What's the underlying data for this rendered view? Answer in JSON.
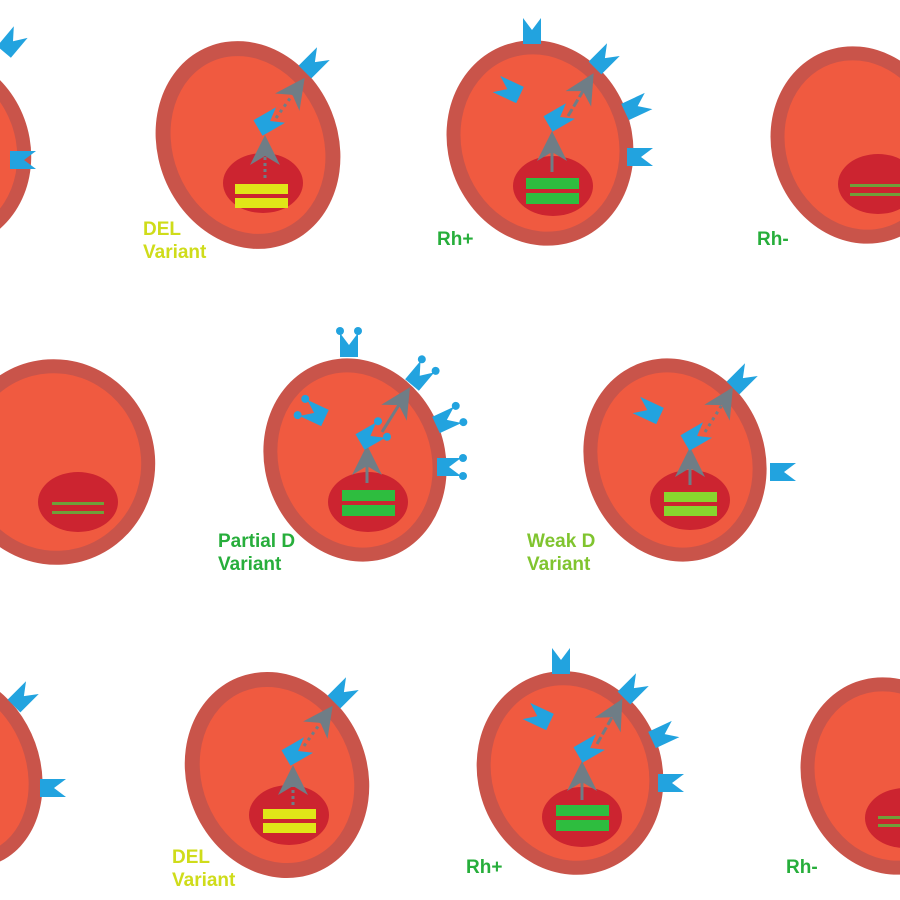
{
  "colors": {
    "background": "#ffffff",
    "membrane": "#c9544a",
    "cytoplasm": "#f05a40",
    "nucleus": "#cc2430",
    "antigen": "#22a3df",
    "arrow": "#6f7d86",
    "gene_normal": "#2ebd3f",
    "gene_del": "#e0e618",
    "gene_weak": "#88d62e",
    "gene_absent": "#6fa03a",
    "label_del": "#cfdc1a",
    "label_rh": "#27ae3b",
    "label_partial": "#27ae3b",
    "label_weak": "#80c42f"
  },
  "cells": [
    {
      "id": "row1-partial-left",
      "type": "Rh+",
      "label": []
    },
    {
      "id": "row1-del",
      "type": "DEL Variant",
      "label": [
        "DEL",
        "Variant"
      ]
    },
    {
      "id": "row1-rh-pos",
      "type": "Rh+",
      "label": [
        "Rh+"
      ]
    },
    {
      "id": "row1-rh-neg",
      "type": "Rh-",
      "label": [
        "Rh-"
      ]
    },
    {
      "id": "row2-rh-neg",
      "type": "Rh-",
      "label": []
    },
    {
      "id": "row2-partial-d",
      "type": "Partial D Variant",
      "label": [
        "Partial D",
        "Variant"
      ]
    },
    {
      "id": "row2-weak-d",
      "type": "Weak D Variant",
      "label": [
        "Weak D",
        "Variant"
      ]
    },
    {
      "id": "row3-partial-left",
      "type": "Rh+",
      "label": []
    },
    {
      "id": "row3-del",
      "type": "DEL Variant",
      "label": [
        "DEL",
        "Variant"
      ]
    },
    {
      "id": "row3-rh-pos",
      "type": "Rh+",
      "label": [
        "Rh+"
      ]
    },
    {
      "id": "row3-rh-neg",
      "type": "Rh-",
      "label": [
        "Rh-"
      ]
    }
  ],
  "labels": {
    "del_1": "DEL",
    "del_2": "Variant",
    "rh_pos": "Rh+",
    "rh_neg": "Rh-",
    "partial_1": "Partial D",
    "partial_2": "Variant",
    "weak_1": "Weak D",
    "weak_2": "Variant"
  }
}
